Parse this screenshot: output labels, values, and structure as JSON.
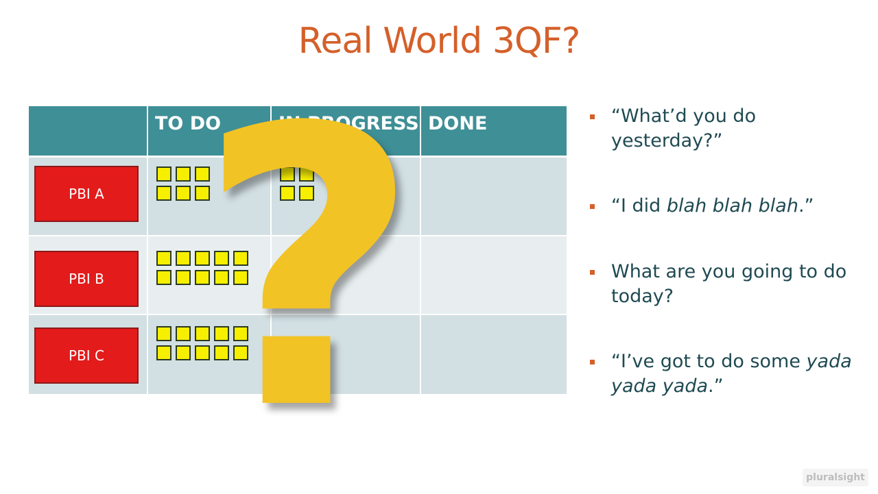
{
  "slide": {
    "title": "Real World 3QF?",
    "question_mark": "?"
  },
  "board": {
    "columns": [
      "TO DO",
      "IN PROGRESS",
      "DONE"
    ],
    "rows": [
      {
        "label": "PBI A",
        "todo_tasks": 6,
        "in_progress_tasks": 4,
        "done_tasks": 0
      },
      {
        "label": "PBI B",
        "todo_tasks": 10,
        "in_progress_tasks": 0,
        "done_tasks": 0
      },
      {
        "label": "PBI C",
        "todo_tasks": 10,
        "in_progress_tasks": 0,
        "done_tasks": 0
      }
    ]
  },
  "bullets": [
    {
      "parts": [
        {
          "text": "“What’d you do yesterday?”",
          "italic": false
        }
      ]
    },
    {
      "parts": [
        {
          "text": "“I did ",
          "italic": false
        },
        {
          "text": "blah blah blah",
          "italic": true
        },
        {
          "text": ".”",
          "italic": false
        }
      ]
    },
    {
      "parts": [
        {
          "text": "What are you going to do today?",
          "italic": false
        }
      ]
    },
    {
      "parts": [
        {
          "text": "“I’ve got to do some ",
          "italic": false
        },
        {
          "text": "yada yada yada",
          "italic": true
        },
        {
          "text": ".”",
          "italic": false
        }
      ]
    }
  ],
  "branding": {
    "logo_text": "pluralsight"
  },
  "colors": {
    "title": "#d4602a",
    "header": "#3f8f96",
    "pbi": "#e31b1b",
    "task": "#f7ef00",
    "question_mark": "#f2c324",
    "bullet_text": "#1f4a52"
  }
}
